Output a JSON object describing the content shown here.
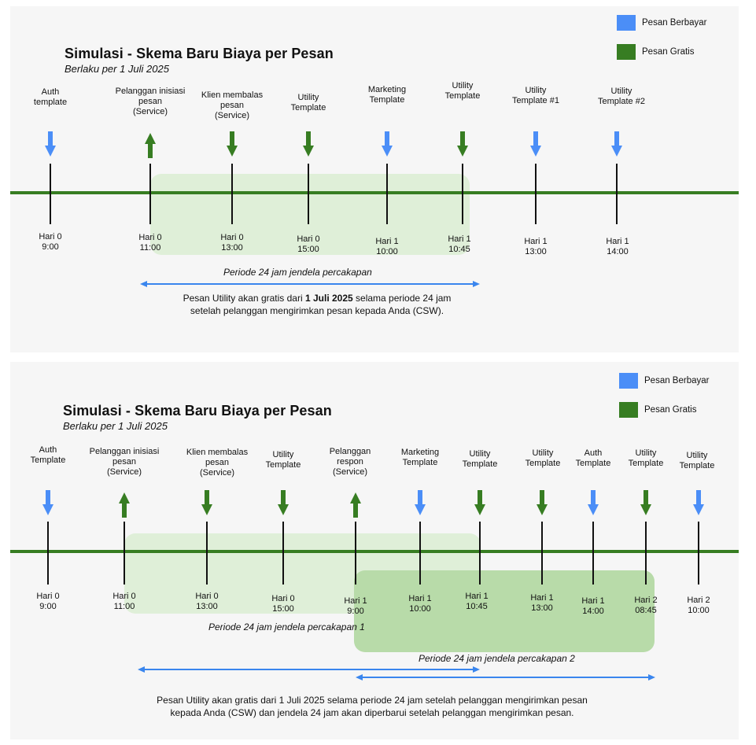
{
  "colors": {
    "paid": "#4b8ef7",
    "free": "#377d22",
    "window1": "#dfefd8",
    "window2": "#b8dba9",
    "timeline": "#377d22",
    "range_arrow": "#3a86ee"
  },
  "panels": [
    {
      "title": "Simulasi - Skema Baru Biaya per Pesan",
      "subtitle": "Berlaku per 1 Juli 2025",
      "legend": [
        {
          "label": "Pesan Berbayar",
          "type": "paid"
        },
        {
          "label": "Pesan Gratis",
          "type": "free"
        }
      ],
      "events": [
        {
          "label": "Auth\ntemplate",
          "time": "Hari 0\n9:00",
          "type": "paid",
          "dir": "down"
        },
        {
          "label": "Pelanggan inisiasi\npesan\n(Service)",
          "time": "Hari 0\n11:00",
          "type": "free",
          "dir": "up"
        },
        {
          "label": "Klien membalas\npesan\n(Service)",
          "time": "Hari 0\n13:00",
          "type": "free",
          "dir": "down"
        },
        {
          "label": "Utility\nTemplate",
          "time": "Hari 0\n15:00",
          "type": "free",
          "dir": "down"
        },
        {
          "label": "Marketing\nTemplate",
          "time": "Hari 1\n10:00",
          "type": "paid",
          "dir": "down"
        },
        {
          "label": "Utility\nTemplate",
          "time": "Hari 1\n10:45",
          "type": "free",
          "dir": "down"
        },
        {
          "label": "Utility\nTemplate #1",
          "time": "Hari 1\n13:00",
          "type": "paid",
          "dir": "down"
        },
        {
          "label": "Utility\nTemplate #2",
          "time": "Hari 1\n14:00",
          "type": "paid",
          "dir": "down"
        }
      ],
      "windows": [
        {
          "label": "Periode 24 jam jendela percakapan"
        }
      ],
      "note": {
        "pre": "Pesan Utility akan gratis dari ",
        "bold": "1 Juli 2025",
        "post": " selama periode 24 jam",
        "line2": "setelah pelanggan mengirimkan pesan kepada Anda (CSW)."
      }
    },
    {
      "title": "Simulasi - Skema Baru Biaya per Pesan",
      "subtitle": "Berlaku per 1 Juli 2025",
      "legend": [
        {
          "label": "Pesan Berbayar",
          "type": "paid"
        },
        {
          "label": "Pesan Gratis",
          "type": "free"
        }
      ],
      "events": [
        {
          "label": "Auth\nTemplate",
          "time": "Hari 0\n9:00",
          "type": "paid",
          "dir": "down"
        },
        {
          "label": "Pelanggan inisiasi\npesan\n(Service)",
          "time": "Hari 0\n11:00",
          "type": "free",
          "dir": "up"
        },
        {
          "label": "Klien membalas\npesan\n(Service)",
          "time": "Hari 0\n13:00",
          "type": "free",
          "dir": "down"
        },
        {
          "label": "Utility\nTemplate",
          "time": "Hari 0\n15:00",
          "type": "free",
          "dir": "down"
        },
        {
          "label": "Pelanggan\nrespon\n(Service)",
          "time": "Hari 1\n9:00",
          "type": "free",
          "dir": "up"
        },
        {
          "label": "Marketing\nTemplate",
          "time": "Hari 1\n10:00",
          "type": "paid",
          "dir": "down"
        },
        {
          "label": "Utility\nTemplate",
          "time": "Hari 1\n10:45",
          "type": "free",
          "dir": "down"
        },
        {
          "label": "Utility\nTemplate",
          "time": "Hari 1\n13:00",
          "type": "free",
          "dir": "down"
        },
        {
          "label": "Auth\nTemplate",
          "time": "Hari 1\n14:00",
          "type": "paid",
          "dir": "down"
        },
        {
          "label": "Utility\nTemplate",
          "time": "Hari 2\n08:45",
          "type": "free",
          "dir": "down"
        },
        {
          "label": "Utility\nTemplate",
          "time": "Hari 2\n10:00",
          "type": "paid",
          "dir": "down"
        }
      ],
      "windows": [
        {
          "label": "Periode 24 jam jendela percakapan 1"
        },
        {
          "label": "Periode 24 jam jendela percakapan 2"
        }
      ],
      "note": {
        "line1": "Pesan Utility akan gratis dari 1 Juli 2025 selama periode 24 jam setelah pelanggan mengirimkan pesan",
        "line2": "kepada Anda (CSW) dan jendela 24 jam akan diperbarui setelah pelanggan mengirimkan pesan."
      }
    }
  ]
}
